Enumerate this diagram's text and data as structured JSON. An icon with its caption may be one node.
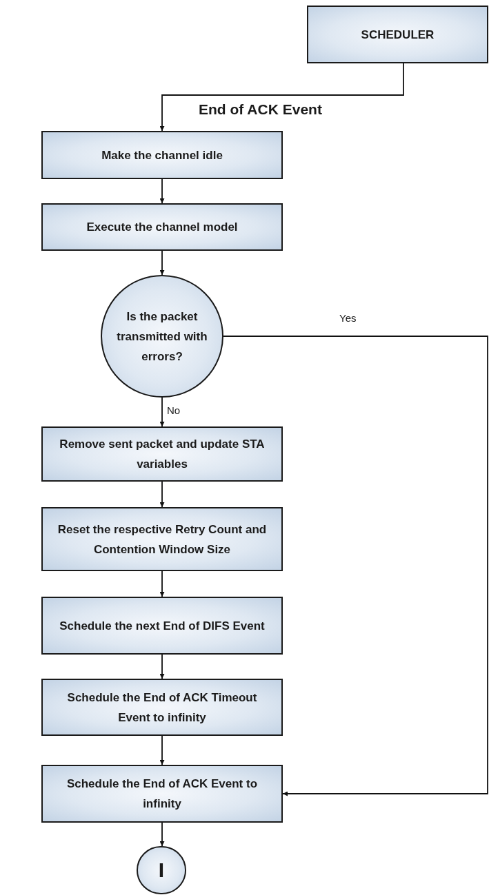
{
  "diagram": {
    "nodes": [
      {
        "text": [
          "SCHEDULER"
        ]
      },
      {
        "text": [
          "Make the channel idle"
        ]
      },
      {
        "text": [
          "Execute the channel model"
        ]
      },
      {
        "text": [
          "Is the packet transmitted with errors?"
        ]
      },
      {
        "text": [
          "Remove sent packet and update STA variables"
        ]
      },
      {
        "text": [
          "Reset the respective Retry Count and Contention Window Size"
        ]
      },
      {
        "text": [
          "Schedule the next End of DIFS Event"
        ]
      },
      {
        "text": [
          "Schedule the End of ACK Timeout Event to infinity"
        ]
      },
      {
        "text": [
          "Schedule the End of ACK Event to infinity"
        ]
      },
      {
        "text": [
          "I"
        ]
      }
    ],
    "edges": [
      {
        "from": 0,
        "to": 1,
        "arrow": "to",
        "label": "End of ACK Event"
      },
      {
        "from": 1,
        "to": 2,
        "arrow": "to"
      },
      {
        "from": 2,
        "to": 3,
        "arrow": "to"
      },
      {
        "from": 3,
        "to": 4,
        "arrow": "to",
        "label": "No"
      },
      {
        "from": 3,
        "to": 8,
        "arrow": "to",
        "label": "Yes"
      },
      {
        "from": 4,
        "to": 5,
        "arrow": "to"
      },
      {
        "from": 5,
        "to": 6,
        "arrow": "to"
      },
      {
        "from": 6,
        "to": 7,
        "arrow": "to"
      },
      {
        "from": 7,
        "to": 8,
        "arrow": "to"
      },
      {
        "from": 8,
        "to": 9,
        "arrow": "to"
      }
    ]
  }
}
